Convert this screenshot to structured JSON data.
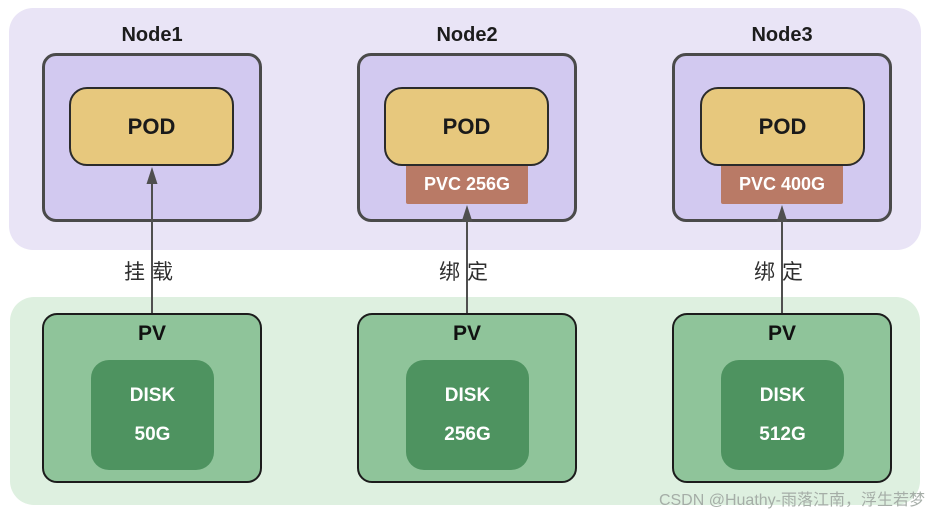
{
  "diagram": {
    "columns": [
      {
        "node_label": "Node1",
        "pod_label": "POD",
        "relation_label": "挂载",
        "pv_label": "PV",
        "disk_label": "DISK",
        "disk_size": "50G"
      },
      {
        "node_label": "Node2",
        "pod_label": "POD",
        "pvc_label": "PVC 256G",
        "relation_label": "绑定",
        "pv_label": "PV",
        "disk_label": "DISK",
        "disk_size": "256G"
      },
      {
        "node_label": "Node3",
        "pod_label": "POD",
        "pvc_label": "PVC 400G",
        "relation_label": "绑定",
        "pv_label": "PV",
        "disk_label": "DISK",
        "disk_size": "512G"
      }
    ],
    "watermark": "CSDN @Huathy-雨落江南，浮生若梦",
    "colors": {
      "nodes_panel_bg": "#e9e4f6",
      "node_box_bg": "#d2c9f0",
      "node_box_border": "#4a4a4a",
      "pod_bg": "#e7c87d",
      "pod_border": "#2b2b2b",
      "pvc_bg": "#b97a66",
      "pvc_text": "#ffffff",
      "pv_panel_bg": "#def0e0",
      "pv_box_bg": "#8fc49a",
      "pv_box_border": "#1c1c1c",
      "disk_bg": "#4e9360",
      "disk_text": "#ffffff",
      "arrow": "#4f4f4f",
      "watermark_text": "#a2aaa4"
    }
  }
}
